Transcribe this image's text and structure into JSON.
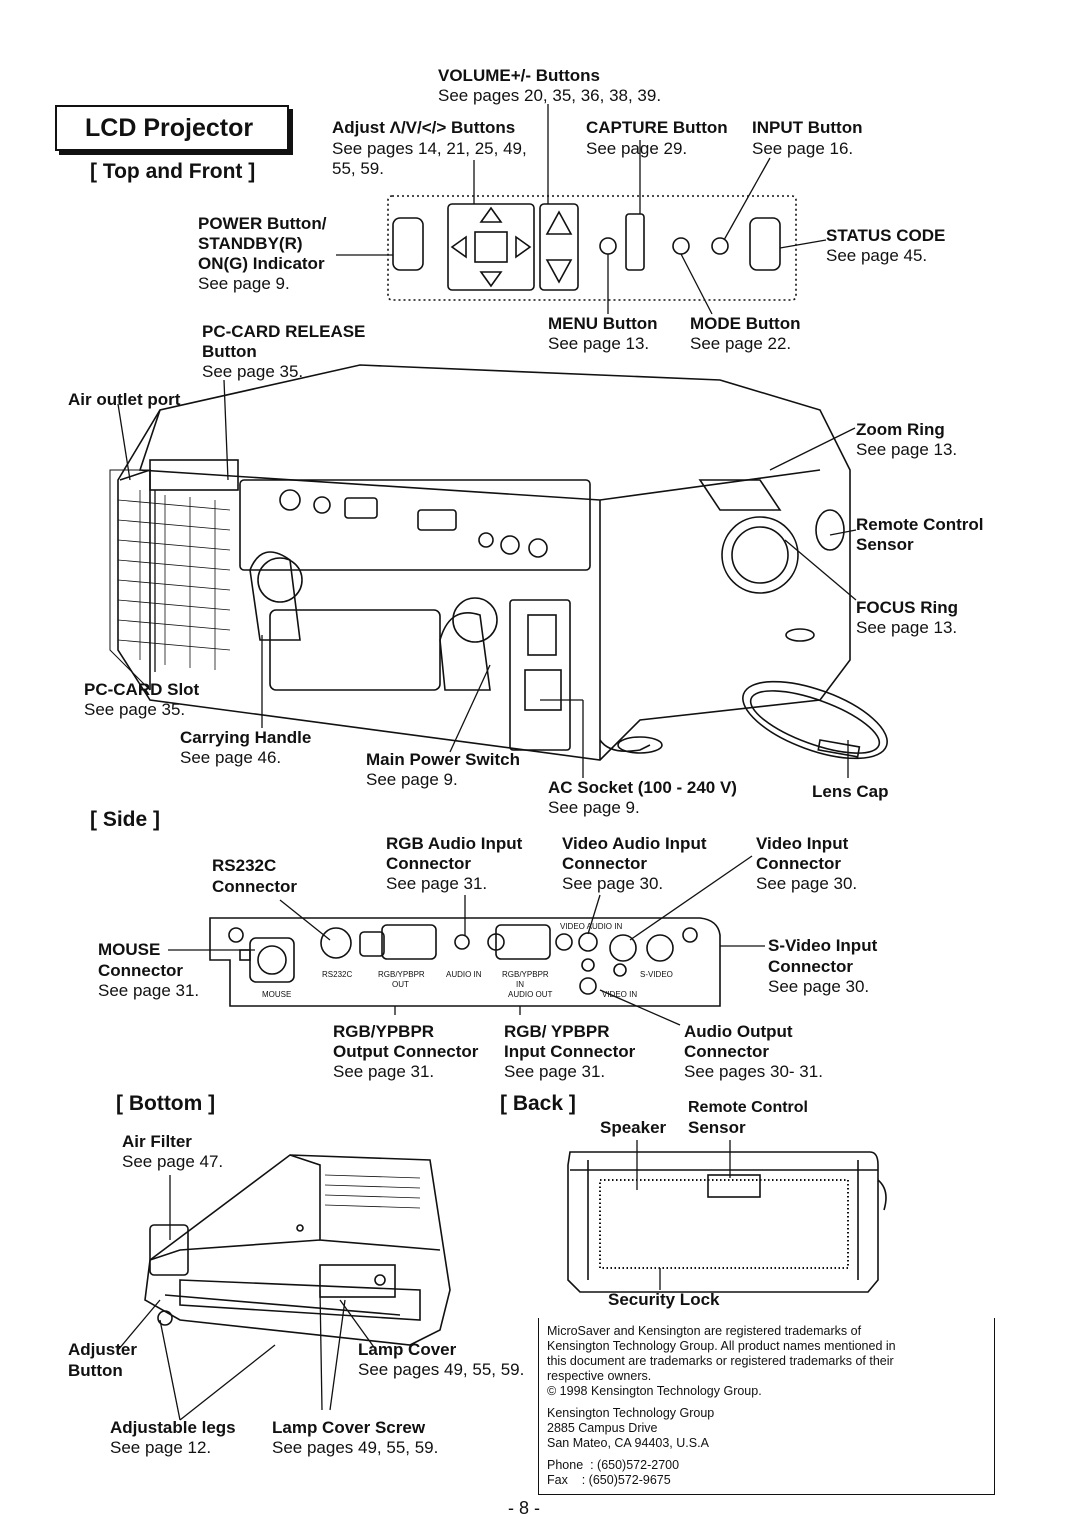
{
  "title": "LCD Projector",
  "sections": {
    "top_front": "[ Top and Front ]",
    "side": "[ Side ]",
    "bottom": "[ Bottom ]",
    "back": "[ Back ]"
  },
  "top_front_labels": {
    "volume_title": "VOLUME+/- Buttons",
    "volume_ref": "See pages 20, 35, 36, 38, 39.",
    "adjust_title": "Adjust Λ/V/</> Buttons",
    "adjust_ref1": "See pages 14, 21, 25, 49,",
    "adjust_ref2": "55, 59.",
    "capture_title": "CAPTURE Button",
    "capture_ref": "See page 29.",
    "input_title": "INPUT Button",
    "input_ref": "See page 16.",
    "power_line1": "POWER Button/",
    "power_line2": "STANDBY(R)",
    "power_line3": "ON(G) Indicator",
    "power_ref": "See page 9.",
    "status_title": "STATUS CODE",
    "status_ref": "See page 45.",
    "menu_title": "MENU Button",
    "menu_ref": "See page 13.",
    "mode_title": "MODE Button",
    "mode_ref": "See page 22.",
    "pccard_release1": "PC-CARD RELEASE",
    "pccard_release2": "Button",
    "pccard_release_ref": "See page 35.",
    "air_outlet": "Air outlet port",
    "zoom_title": "Zoom Ring",
    "zoom_ref": "See page 13.",
    "remote_title1": "Remote Control",
    "remote_title2": "Sensor",
    "focus_title": "FOCUS Ring",
    "focus_ref": "See page 13.",
    "pccard_slot": "PC-CARD Slot",
    "pccard_slot_ref": "See page 35.",
    "handle_title": "Carrying Handle",
    "handle_ref": "See page 46.",
    "main_power_title": "Main Power Switch",
    "main_power_ref": "See page 9.",
    "ac_socket_title": "AC Socket (100 - 240 V)",
    "ac_socket_ref": "See page 9.",
    "lens_cap": "Lens Cap"
  },
  "side_labels": {
    "rgb_audio1": "RGB Audio Input",
    "rgb_audio2": "Connector",
    "rgb_audio_ref": "See page 31.",
    "video_audio1": "Video Audio Input",
    "video_audio2": "Connector",
    "video_audio_ref": "See page 30.",
    "video_input1": "Video Input",
    "video_input2": "Connector",
    "video_input_ref": "See page 30.",
    "rs232c1": "RS232C",
    "rs232c2": "Connector",
    "mouse1": "MOUSE",
    "mouse2": "Connector",
    "mouse_ref": "See page 31.",
    "svideo1": "S-Video Input",
    "svideo2": "Connector",
    "svideo_ref": "See page 30.",
    "rgb_out1": "RGB/YPBPR",
    "rgb_out2": "Output Connector",
    "rgb_out_ref": "See page 31.",
    "rgb_in1": "RGB/ YPBPR",
    "rgb_in2": "Input Connector",
    "rgb_in_ref": "See page 31.",
    "audio_out1": "Audio Output",
    "audio_out2": "Connector",
    "audio_out_ref": "See pages 30- 31.",
    "panel_mouse": "MOUSE",
    "panel_rs232c": "RS232C",
    "panel_rgbypbpr": "RGB/YPBPR",
    "panel_out": "OUT",
    "panel_audio_in": "AUDIO IN",
    "panel_rgb_in": "RGB/YPBPR",
    "panel_in": "IN",
    "panel_audio_out": "AUDIO OUT",
    "panel_video_audio_in": "VIDEO AUDIO IN",
    "panel_svideo": "S-VIDEO",
    "panel_video_in": "VIDEO IN"
  },
  "bottom_labels": {
    "air_filter": "Air Filter",
    "air_filter_ref": "See page 47.",
    "adjuster1": "Adjuster",
    "adjuster2": "Button",
    "lamp_cover": "Lamp Cover",
    "lamp_cover_ref": "See pages 49, 55, 59.",
    "legs_title": "Adjustable legs",
    "legs_ref": "See page 12.",
    "screw_title": "Lamp Cover Screw",
    "screw_ref": "See pages 49, 55, 59."
  },
  "back_labels": {
    "remote": "Remote Control",
    "speaker": "Speaker",
    "sensor": "Sensor",
    "security": "Security Lock"
  },
  "note": {
    "line1": "MicroSaver and Kensington are registered trademarks of",
    "line2": "Kensington Technology Group. All product names mentioned in",
    "line3": "this document are trademarks or registered trademarks of their",
    "line4": "respective owners.",
    "line5": "© 1998 Kensington Technology Group.",
    "line6": "Kensington Technology Group",
    "line7": "2885 Campus Drive",
    "line8": "San Mateo, CA 94403, U.S.A",
    "line9": "Phone  : (650)572-2700",
    "line10": "Fax    : (650)572-9675"
  },
  "page_number": "- 8 -"
}
